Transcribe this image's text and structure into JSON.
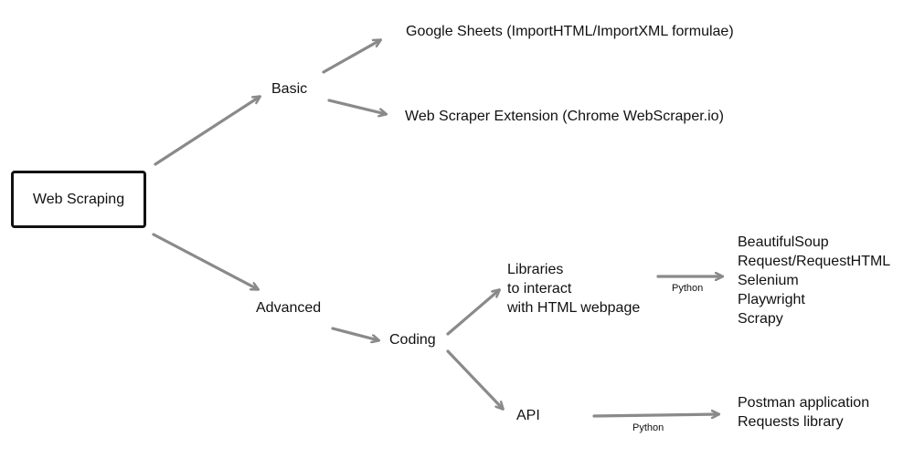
{
  "root": {
    "label": "Web Scraping"
  },
  "branches": {
    "basic": {
      "label": "Basic",
      "items": [
        "Google Sheets (ImportHTML/ImportXML formulae)",
        "Web Scraper Extension (Chrome WebScraper.io)"
      ]
    },
    "advanced": {
      "label": "Advanced",
      "coding": {
        "label": "Coding",
        "libraries": {
          "lines": [
            "Libraries",
            "to interact",
            "with HTML webpage"
          ],
          "edge_label": "Python",
          "items": [
            "BeautifulSoup",
            "Request/RequestHTML",
            "Selenium",
            "Playwright",
            "Scrapy"
          ]
        },
        "api": {
          "label": "API",
          "edge_label": "Python",
          "items": [
            "Postman application",
            "Requests library"
          ]
        }
      }
    }
  },
  "colors": {
    "arrow": "#8a8a8a",
    "text": "#111111",
    "box_border": "#111111"
  }
}
